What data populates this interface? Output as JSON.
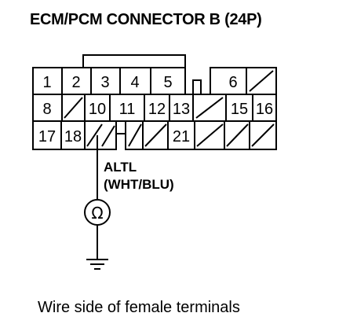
{
  "title": "ECM/PCM CONNECTOR B (24P)",
  "caption": "Wire side of female terminals",
  "wire": {
    "name": "ALTL",
    "color": "(WHT/BLU)"
  },
  "meter_symbol": "Ω",
  "connector": {
    "rows": [
      [
        "1",
        "2",
        "3",
        "4",
        "5",
        "",
        "6",
        ""
      ],
      [
        "8",
        "",
        "10",
        "11",
        "12",
        "13",
        "",
        "15",
        "16"
      ],
      [
        "17",
        "18",
        "",
        "",
        "",
        "21",
        "",
        "",
        ""
      ]
    ]
  }
}
